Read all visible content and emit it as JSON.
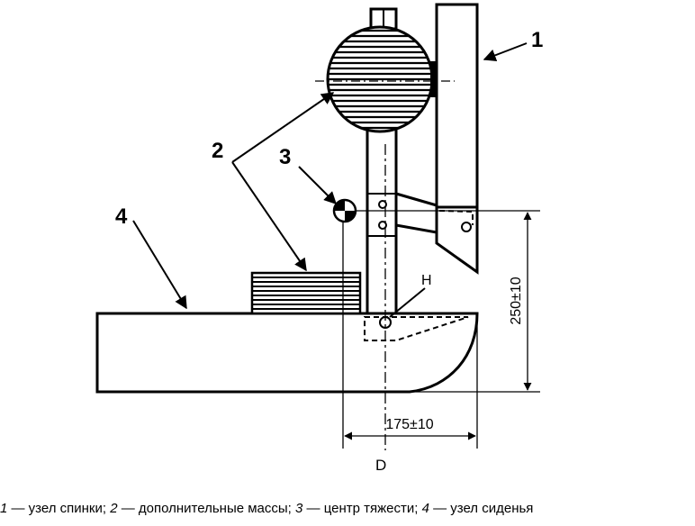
{
  "labels": {
    "back": "1",
    "masses": "2",
    "cog": "3",
    "seat": "4",
    "h_point": "H",
    "d_point": "D"
  },
  "dimensions": {
    "height": "250±10",
    "width": "175±10"
  },
  "caption": {
    "n1": "1",
    "t1": " — узел спинки; ",
    "n2": "2",
    "t2": " — дополнительные массы; ",
    "n3": "3",
    "t3": " — центр тяжести; ",
    "n4": "4",
    "t4": " — узел сиденья"
  }
}
